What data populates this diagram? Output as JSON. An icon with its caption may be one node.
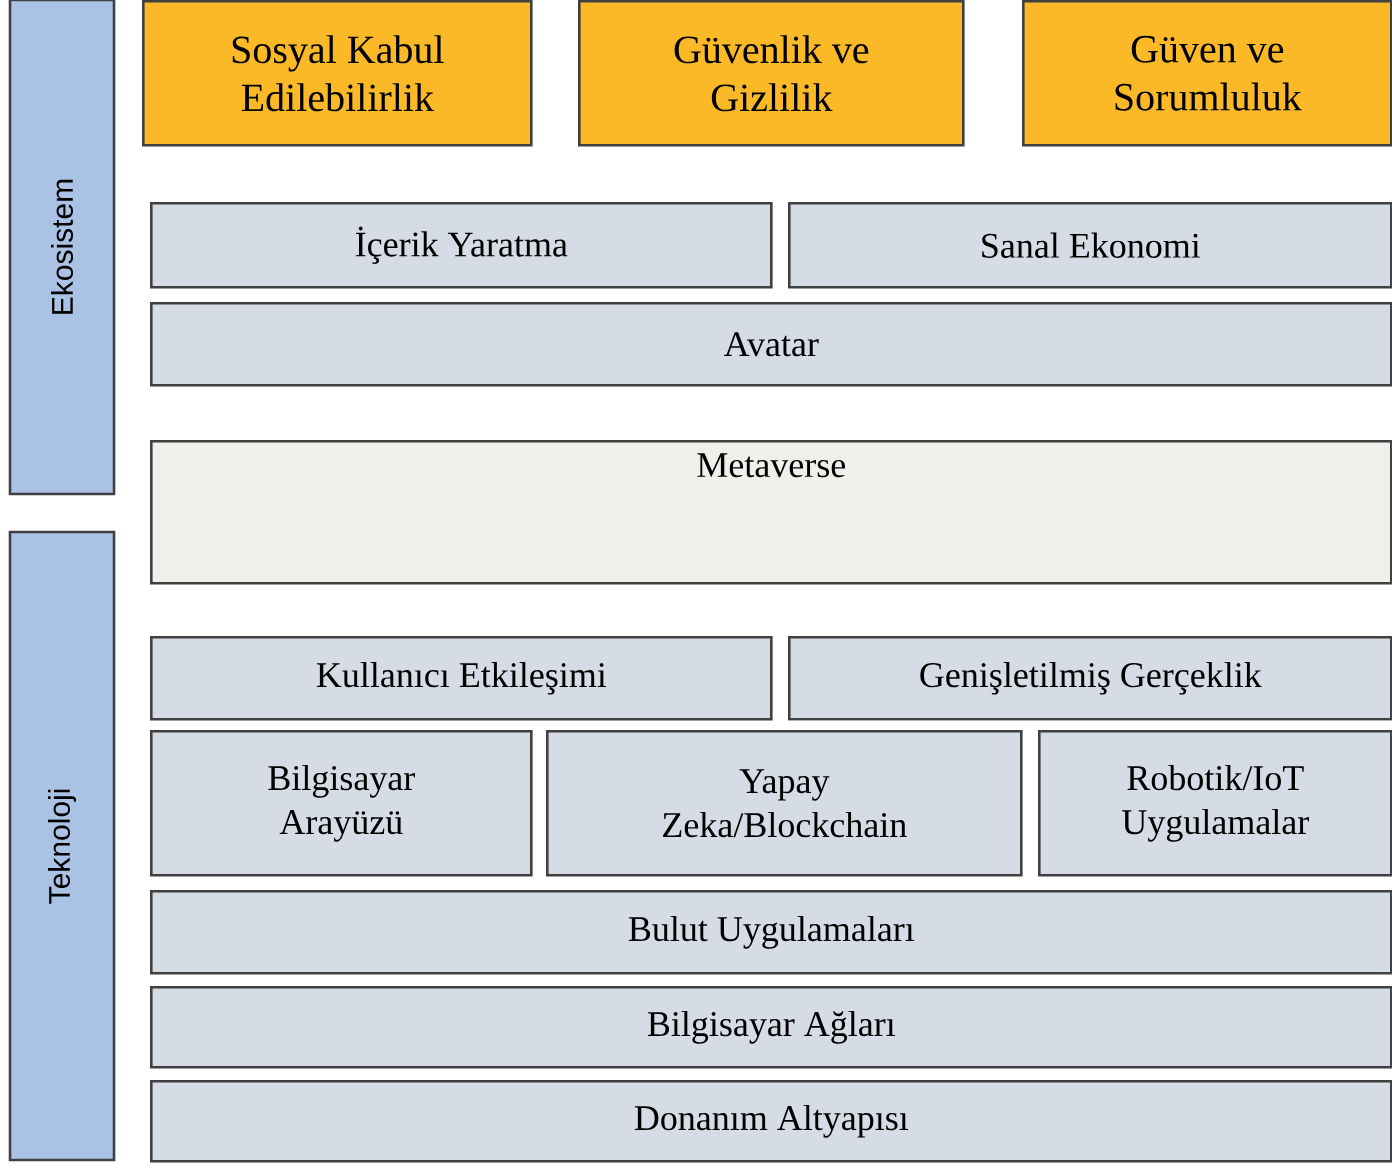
{
  "diagram": {
    "nodes": [
      {
        "text": [
          "Ekosistem"
        ]
      },
      {
        "text": [
          "Sosyal Kabul Edilebilirlik"
        ]
      },
      {
        "text": [
          "Güvenlik ve Gizlilik"
        ]
      },
      {
        "text": [
          "Güven ve Sorumluluk"
        ]
      },
      {
        "text": [
          "İçerik Yaratma"
        ]
      },
      {
        "text": [
          "Sanal Ekonomi"
        ]
      },
      {
        "text": [
          "Avatar"
        ]
      },
      {
        "text": [
          "Metaverse"
        ]
      },
      {
        "text": [
          "Teknoloji"
        ]
      },
      {
        "text": [
          "Kullanıcı Etkileşimi"
        ]
      },
      {
        "text": [
          "Genişletilmiş Gerçeklik"
        ]
      },
      {
        "text": [
          "Bilgisayar Arayüzü"
        ]
      },
      {
        "text": [
          "Yapay Zeka/Blockchain"
        ]
      },
      {
        "text": [
          "Robotik/IoT Uygulamalar"
        ]
      },
      {
        "text": [
          "Bulut Uygulamaları"
        ]
      },
      {
        "text": [
          "Bilgisayar Ağları"
        ]
      },
      {
        "text": [
          "Donanım Altyapısı"
        ]
      }
    ]
  }
}
